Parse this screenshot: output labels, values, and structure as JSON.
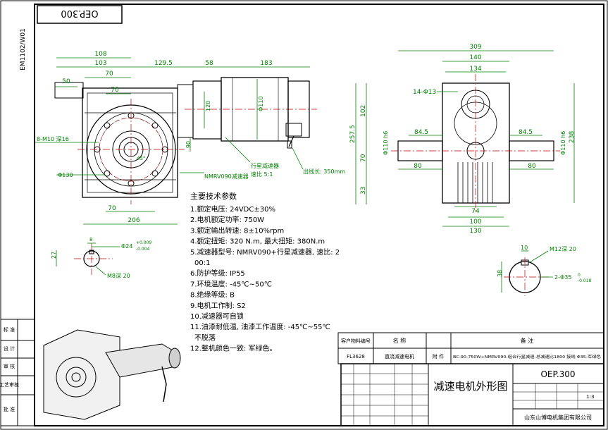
{
  "drawing_no_rotated": "OEP.300",
  "side_code": "EM1102/W01",
  "front_view": {
    "dims": {
      "d108": "108",
      "d103": "103",
      "d70_top": "70",
      "d129_5": "129.5",
      "d58": "58",
      "d183": "183",
      "d50": "50",
      "d70_left": "70",
      "d90": "90",
      "d120": "120",
      "d110": "Φ110",
      "d130": "Φ130",
      "d70_bottom": "70",
      "d206": "206",
      "d45": "45°",
      "bolt": "8-M10 深16",
      "motor_label": "NMRV090减速器",
      "planet_label_1": "行星减速器",
      "planet_label_2": "速比 5:1",
      "cable": "出线长: 350mm"
    }
  },
  "side_view": {
    "dims": {
      "d309": "309",
      "d140": "140",
      "d134": "134",
      "hole": "14-Φ13",
      "d102": "102",
      "d257_5": "257.5",
      "d70": "70",
      "d33": "33",
      "d84_5_l": "84.5",
      "d84_5_r": "84.5",
      "d80_l": "80",
      "d80_r": "80",
      "d110_l": "Φ110 h6",
      "d110_r": "Φ110 h6",
      "d238": "238",
      "d74": "74",
      "d100": "100",
      "d130": "130"
    }
  },
  "section_left": {
    "d24": "Φ24",
    "tol_plus": "+0.009",
    "tol_minus": "-0.004",
    "d27": "27",
    "d8": "8",
    "thread": "M8深 20"
  },
  "section_right": {
    "d10": "10",
    "d38": "38",
    "thread": "M12深 20",
    "d35": "2-Φ35",
    "tol_a": "0",
    "tol_b": "-0.018"
  },
  "specs": {
    "title": "主要技术参数",
    "items": [
      "1.额定电压: 24VDC±30%",
      "2.电机额定功率: 750W",
      "3.额定输出转速: 8±10%rpm",
      "4.额定扭矩: 320 N.m, 最大扭矩: 380N.m",
      "5.减速器型号: NMRV090+行星减速器, 速比: 2",
      "00:1",
      "6.防护等级: IP55",
      "7.环境温度: -45℃~50℃",
      "8.绝缘等级: B",
      "9.电机工作制: S2",
      "10.减速器可自锁",
      "11.油漆耐低温, 油漆工作温度: -45℃~55℃",
      "不脱落",
      "12.整机颜色一致: 军绿色。"
    ]
  },
  "revision_block": {
    "h1": "客户物料编号",
    "h2": "名 称",
    "h3": "备 注",
    "v1": "FL3628",
    "v2": "直流减速电机",
    "v3": "附 件",
    "v4": "BC-90-750W+NMRV090-组合行星减速-总减速比1800 接线 Φ35-军绿色"
  },
  "title_block": {
    "drawing_title": "减速电机外形图",
    "drawing_no": "OEP.300",
    "scale": "1:3",
    "company": "山东山博电机集团有限公司"
  },
  "left_table": {
    "rows": [
      "标 准",
      "设 计",
      "审 核",
      "工艺审核",
      "批 准"
    ]
  }
}
